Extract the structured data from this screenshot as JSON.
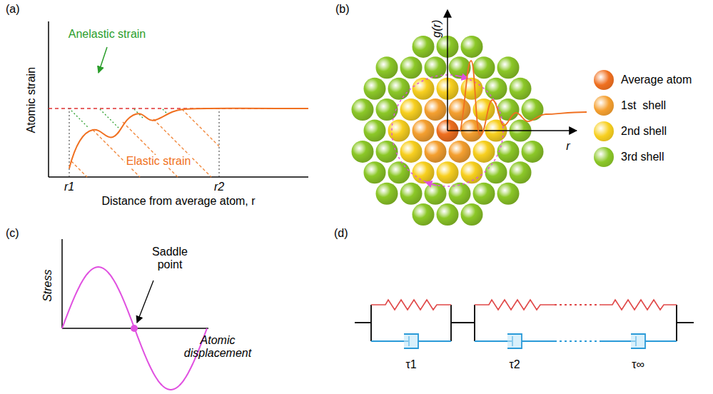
{
  "diagram": {
    "labels": [
      "(a)",
      "Atomic strain",
      "Anelastic strain",
      "Elastic strain",
      "r1",
      "r2",
      "Distance from average atom, r",
      "(b)",
      "g(r)",
      "r",
      "(c)",
      "Stress",
      "Saddle point",
      "Atomic displacement",
      "(d)",
      "τ1",
      "τ2",
      "τ∞"
    ],
    "legend": [
      {
        "text": "Average atom",
        "color": "#f07020"
      },
      {
        "text": "1st  shell",
        "color": "#f5a030"
      },
      {
        "text": "2nd shell",
        "color": "#f8d020"
      },
      {
        "text": "3rd shell",
        "color": "#8cc828"
      }
    ]
  }
}
